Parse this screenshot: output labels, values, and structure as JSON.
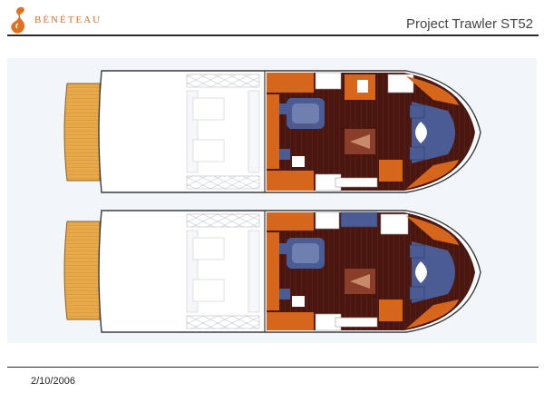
{
  "header": {
    "brand": "BÉNÉTEAU",
    "title": "Project Trawler ST52"
  },
  "footer": {
    "date": "2/10/2006"
  },
  "colors": {
    "brand_orange": "#e06f1e",
    "rule": "#2a2a2a",
    "panel": "#f2f6fb",
    "teak": "#e8a94a",
    "wood_dark": "#5e1e14",
    "wood_orange": "#d7661d",
    "upholstery": "#4a5c93",
    "hull_stroke": "#3a3a3a"
  },
  "icons": {
    "logo": "beneteau-seahorse-logo-icon"
  }
}
